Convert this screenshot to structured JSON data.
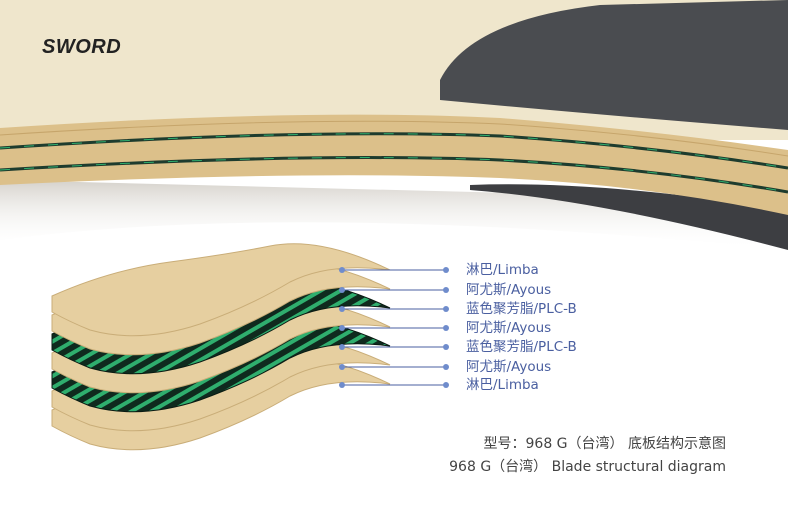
{
  "brand": "SWORD",
  "layers": [
    {
      "label": "淋巴/Limba",
      "material": "wood"
    },
    {
      "label": "阿尤斯/Ayous",
      "material": "wood"
    },
    {
      "label": "蓝色聚芳脂/PLC-B",
      "material": "carbon"
    },
    {
      "label": "阿尤斯/Ayous",
      "material": "wood"
    },
    {
      "label": "蓝色聚芳脂/PLC-B",
      "material": "carbon"
    },
    {
      "label": "阿尤斯/Ayous",
      "material": "wood"
    },
    {
      "label": "淋巴/Limba",
      "material": "wood"
    }
  ],
  "caption": {
    "line1": "型号：968 G（台湾）  底板结构示意图",
    "line2": "968 G（台湾）  Blade structural diagram"
  },
  "colors": {
    "wood": "#e6cfa0",
    "carbon": "#0f2a1e",
    "fiber": "#2fae6e",
    "label": "#4a5fa0",
    "rubber": "#4a4c50"
  }
}
